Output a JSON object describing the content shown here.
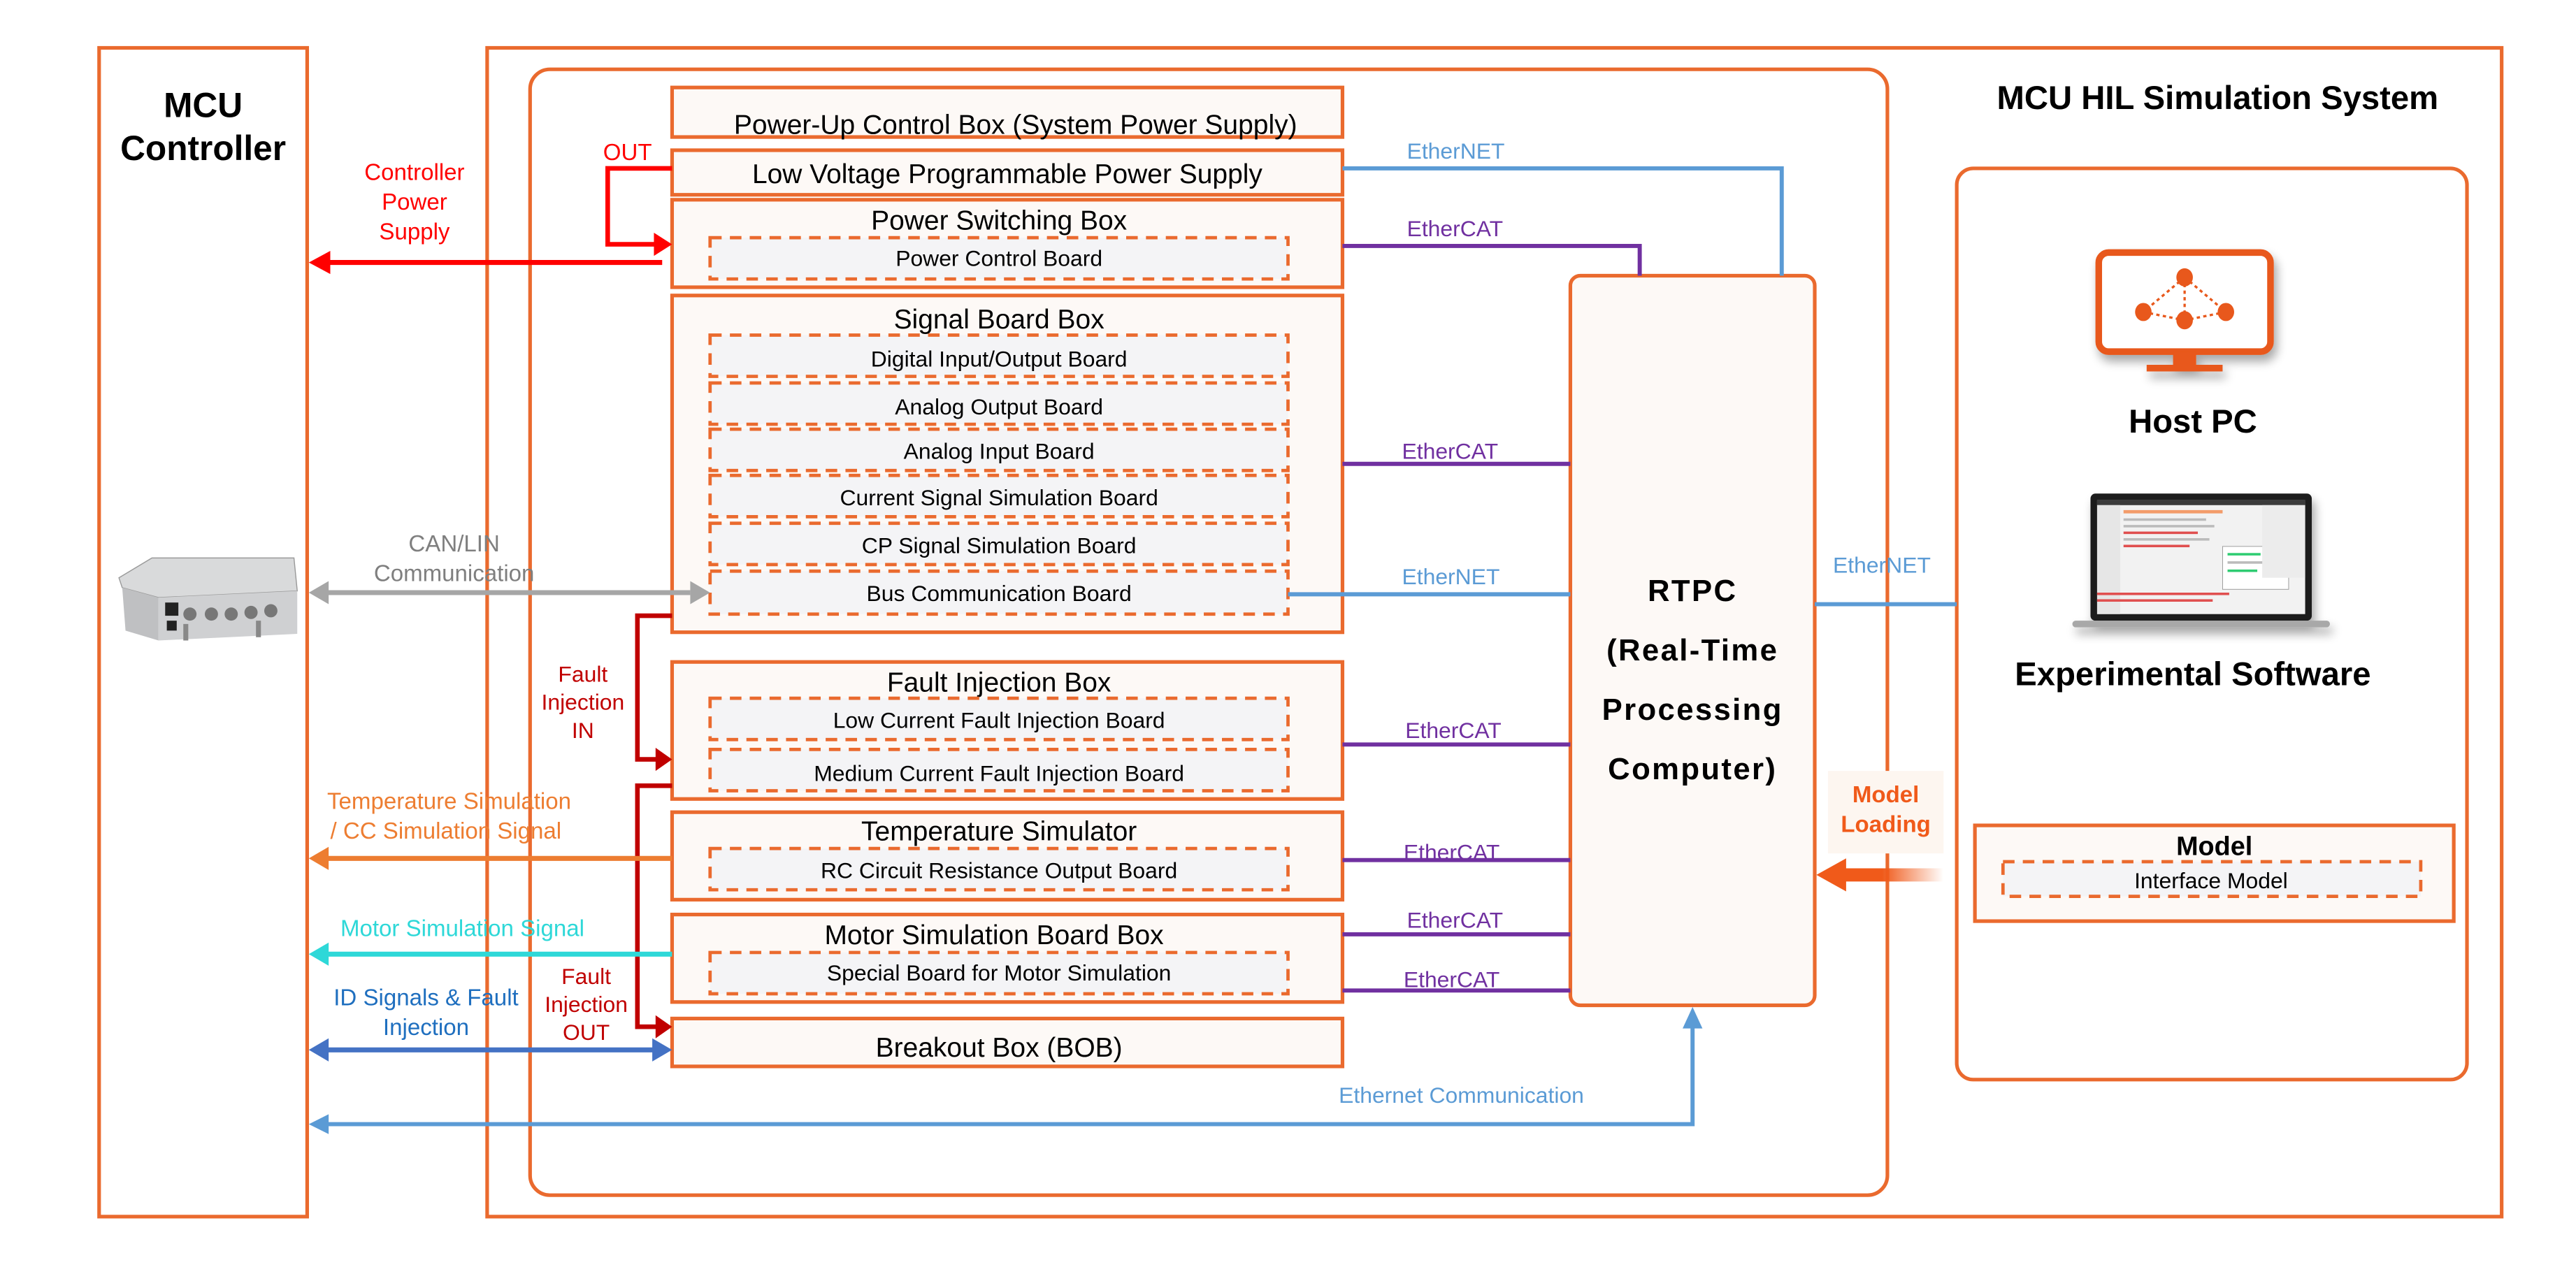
{
  "colors": {
    "frame_orange": "#ea6a2e",
    "box_fill": "#fdf9f6",
    "board_fill": "#f4f4f6",
    "power_red": "#ff0000",
    "fault_darkred": "#c00000",
    "ethernet_blue": "#5b9bd5",
    "ethercat_purple": "#7030a0",
    "canlin_gray": "#a6a6a6",
    "temp_orange": "#ed7d31",
    "motor_cyan": "#2ed8d8",
    "id_blue": "#4472c4",
    "model_loading_orange": "#f05a1a"
  },
  "mcu": {
    "title_line1": "MCU",
    "title_line2": "Controller",
    "image_icon": "ecu-hardware-photo"
  },
  "system": {
    "title": "MCU HIL Simulation System"
  },
  "boxes": {
    "power_up": {
      "title": "Power-Up Control Box (System Power Supply)"
    },
    "lvpps": {
      "title": "Low Voltage Programmable Power Supply"
    },
    "power_switching": {
      "title": "Power Switching Box",
      "boards": [
        "Power Control Board"
      ]
    },
    "signal_board": {
      "title": "Signal Board Box",
      "boards": [
        "Digital Input/Output Board",
        "Analog Output Board",
        "Analog Input Board",
        "Current Signal Simulation Board",
        "CP Signal Simulation Board",
        "Bus Communication Board"
      ]
    },
    "fault_injection": {
      "title": "Fault Injection Box",
      "boards": [
        "Low Current Fault Injection Board",
        "Medium Current Fault Injection Board"
      ]
    },
    "temperature": {
      "title": "Temperature Simulator",
      "boards": [
        "RC Circuit Resistance Output Board"
      ]
    },
    "motor": {
      "title": "Motor Simulation Board Box",
      "boards": [
        "Special Board for Motor Simulation"
      ]
    },
    "bob": {
      "title": "Breakout Box (BOB)"
    }
  },
  "rtpc": {
    "lines": [
      "RTPC",
      "(Real-Time",
      "Processing",
      "Computer)"
    ]
  },
  "host": {
    "host_pc_label": "Host PC",
    "host_pc_icon": "monitor-network-icon",
    "software_label": "Experimental Software",
    "software_icon": "laptop-screenshot-icon",
    "model": {
      "title": "Model",
      "boards": [
        "Interface Model"
      ]
    }
  },
  "labels": {
    "out": "OUT",
    "controller_power": [
      "Controller",
      "Power",
      "Supply"
    ],
    "canlin": [
      "CAN/LIN",
      "Communication"
    ],
    "fault_in": [
      "Fault",
      "Injection",
      "IN"
    ],
    "temp_signal": [
      "Temperature Simulation",
      "/ CC Simulation Signal"
    ],
    "motor_signal": "Motor Simulation Signal",
    "id_signals": [
      "ID Signals & Fault",
      "Injection"
    ],
    "fault_out": [
      "Fault",
      "Injection",
      "OUT"
    ],
    "ethernet_comm": "Ethernet Communication",
    "model_loading": [
      "Model",
      "Loading"
    ],
    "ethernet": "EtherNET",
    "ethercat": "EtherCAT"
  }
}
